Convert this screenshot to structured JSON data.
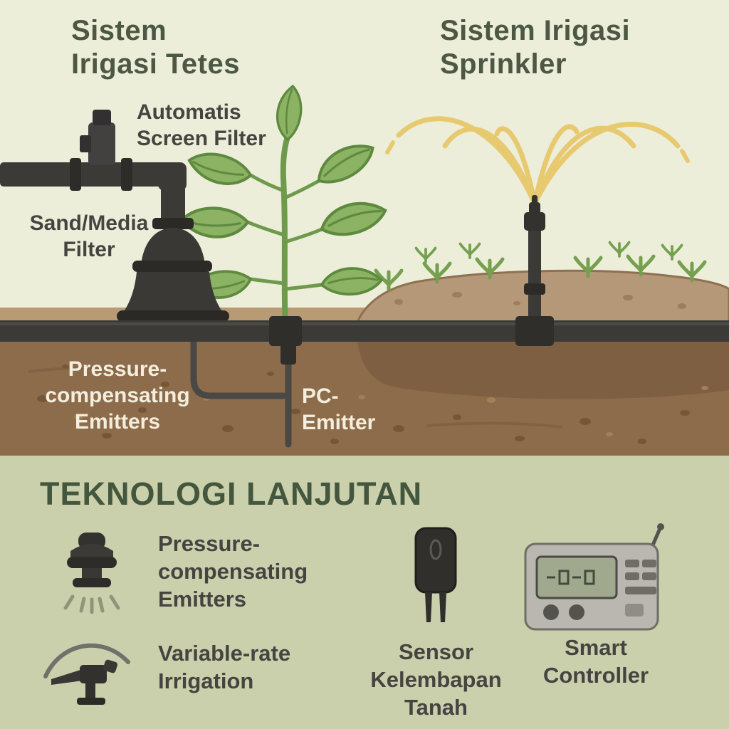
{
  "palette": {
    "background_top": "#edeeda",
    "background_bottom": "#cad0ab",
    "heading_green": "#4c5744",
    "tech_title_green": "#44573e",
    "text_dark": "#454440",
    "text_light": "#f3eedd",
    "soil_dark": "#8d6c4c",
    "soil_light": "#b89b74",
    "pipe_dark": "#3b3a37",
    "plant_green": "#8cb263",
    "water_yellow": "#e7c96f"
  },
  "scene": {
    "title_drip": "Sistem\nIrigasi Tetes",
    "title_sprinkler": "Sistem Irigasi\nSprinkler",
    "label_screen_filter": "Automatis\nScreen Filter",
    "label_sand_filter": "Sand/Media\nFilter",
    "label_pc_emitters": "Pressure-\ncompensating\nEmitters",
    "label_pc_emitter": "PC-\nEmitter"
  },
  "tech_section": {
    "title": "TEKNOLOGI LANJUTAN",
    "items": [
      {
        "icon": "pc-emitter-icon",
        "label": "Pressure-\ncompensating\nEmitters"
      },
      {
        "icon": "variable-rate-irrigation-icon",
        "label": "Variable-rate\nIrrigation"
      },
      {
        "icon": "soil-moisture-sensor-icon",
        "label": "Sensor\nKelembapan\nTanah"
      },
      {
        "icon": "smart-controller-icon",
        "label": "Smart\nController"
      }
    ]
  }
}
